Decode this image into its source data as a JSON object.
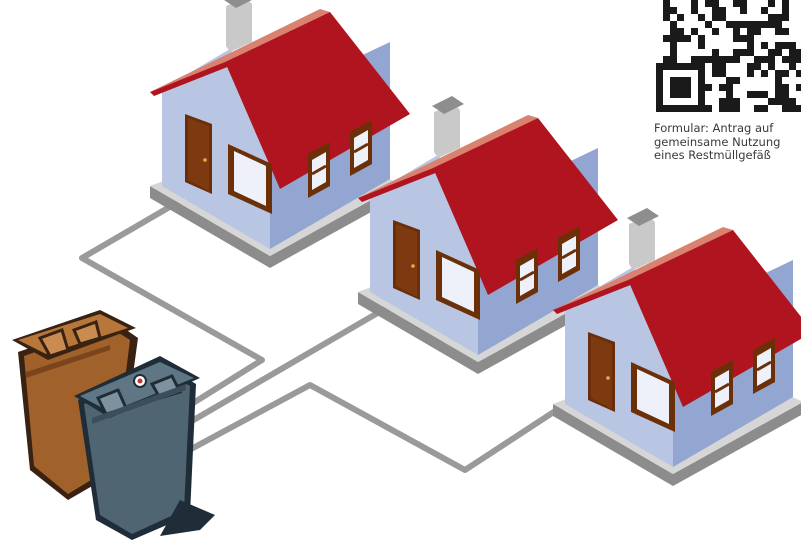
{
  "caption": {
    "lines": [
      "Formular: Antrag auf",
      "gemeinsame Nutzung",
      "eines Restmüllgefäß"
    ]
  },
  "qr_code": {
    "label": "qr-code"
  },
  "houses": [
    {
      "label": "house-1"
    },
    {
      "label": "house-2"
    },
    {
      "label": "house-3"
    }
  ],
  "bins": [
    {
      "label": "brown-bin",
      "color": "#a0612a"
    },
    {
      "label": "grey-bin",
      "color": "#4f6572"
    }
  ],
  "colors": {
    "roof": "#b0151f",
    "roof_shadow": "#d9826f",
    "wall": "#b9c6e3",
    "wall_side": "#93a6d1",
    "door": "#6a2e0a",
    "window_frame": "#6b3008",
    "path": "#9a9a9a"
  }
}
